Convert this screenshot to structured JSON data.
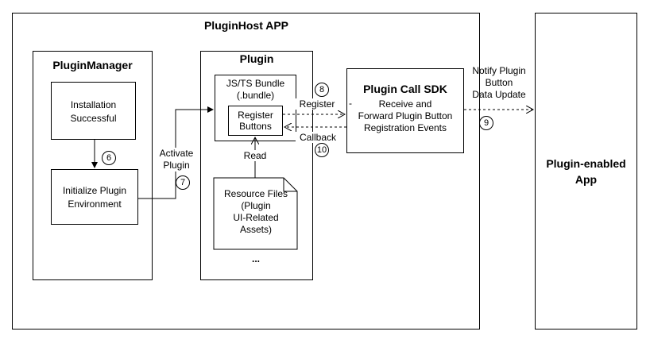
{
  "host": {
    "title": "PluginHost APP"
  },
  "manager": {
    "title": "PluginManager",
    "installation": "Installation\nSuccessful",
    "init": "Initialize Plugin\nEnvironment"
  },
  "plugin": {
    "title": "Plugin",
    "bundle": "JS/TS Bundle\n(.bundle)",
    "register_buttons": "Register\nButtons",
    "resource_files": "Resource Files\n(Plugin\nUI-Related\nAssets)",
    "ellipsis": "..."
  },
  "sdk": {
    "title": "Plugin Call SDK",
    "desc": "Receive and\nForward Plugin Button\nRegistration Events",
    "dash": "-"
  },
  "app": {
    "title": "Plugin-enabled\nApp"
  },
  "edges": {
    "activate": "Activate\nPlugin",
    "read": "Read",
    "register": "Register",
    "callback": "Callback",
    "notify": "Notify Plugin\nButton\nData Update"
  },
  "steps": {
    "s6": "6",
    "s7": "7",
    "s8": "8",
    "s9": "9",
    "s10": "10"
  }
}
